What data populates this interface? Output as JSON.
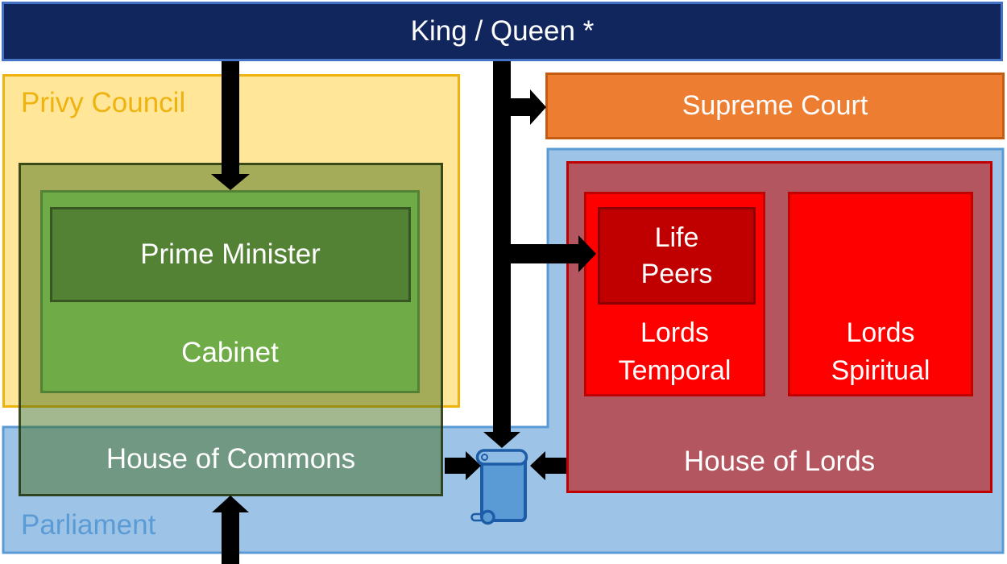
{
  "nodes": {
    "king_queen": {
      "label": "King / Queen *"
    },
    "privy_council": {
      "label": "Privy Council"
    },
    "supreme_court": {
      "label": "Supreme Court"
    },
    "parliament": {
      "label": "Parliament"
    },
    "prime_minister": {
      "label": "Prime Minister"
    },
    "cabinet": {
      "label": "Cabinet"
    },
    "house_of_commons": {
      "label": "House of Commons"
    },
    "house_of_lords": {
      "label": "House of Lords"
    },
    "life_peers": {
      "label": "Life\nPeers"
    },
    "lords_temporal": {
      "label": "Lords\nTemporal"
    },
    "lords_spiritual": {
      "label": "Lords\nSpiritual"
    }
  },
  "icons": {
    "scroll": "legislation-scroll-icon"
  },
  "arrows": [
    {
      "name": "king-to-privy-council-cabinet"
    },
    {
      "name": "king-to-supreme-court"
    },
    {
      "name": "king-to-life-peers"
    },
    {
      "name": "king-to-legislation-scroll"
    },
    {
      "name": "commons-to-legislation-scroll"
    },
    {
      "name": "lords-to-legislation-scroll"
    },
    {
      "name": "bottom-to-house-of-commons"
    }
  ],
  "colors": {
    "banner_fill": "#12265E",
    "banner_border": "#4472C4",
    "privy_fill": "#FFE699",
    "privy_accent": "#EFB310",
    "supreme_fill": "#ED7D31",
    "supreme_border": "#C55A11",
    "parliament_fill": "#9DC3E6",
    "parliament_border": "#5B9BD5",
    "lords_fill": "#B3565F",
    "red_fill": "#FE0000",
    "dark_red": "#C00000",
    "darker_red": "#8B0000",
    "cabinet_fill": "#6FAC47",
    "cabinet_border": "#538135",
    "pm_fill": "#548235",
    "pm_border": "#375623",
    "commons_fill": "rgba(62,104,16,0.47)",
    "arrow_color": "#000000",
    "scroll_fill": "#5B9BD5",
    "scroll_light": "#8FBCE4",
    "scroll_border": "#1D5CA6",
    "text_color": "#FFFFFF"
  }
}
